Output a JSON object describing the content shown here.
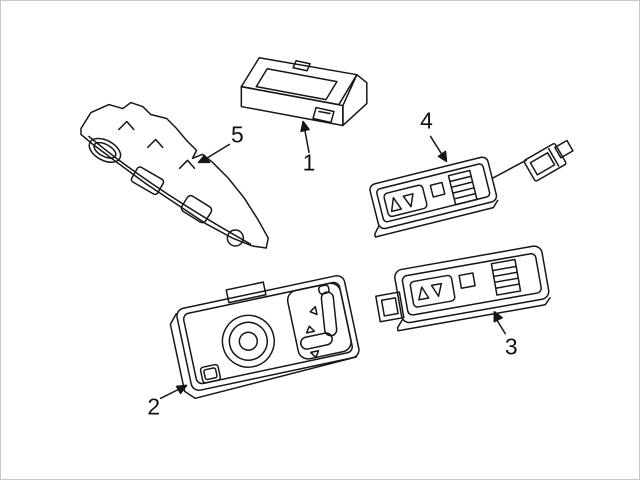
{
  "figure": {
    "type": "parts-diagram",
    "background_color": "#ffffff",
    "border_color": "#c8c8c8",
    "line_color": "#161616",
    "label_color": "#111111",
    "callouts": [
      {
        "label": "1"
      },
      {
        "label": "2"
      },
      {
        "label": "3"
      },
      {
        "label": "4"
      },
      {
        "label": "5"
      }
    ]
  }
}
